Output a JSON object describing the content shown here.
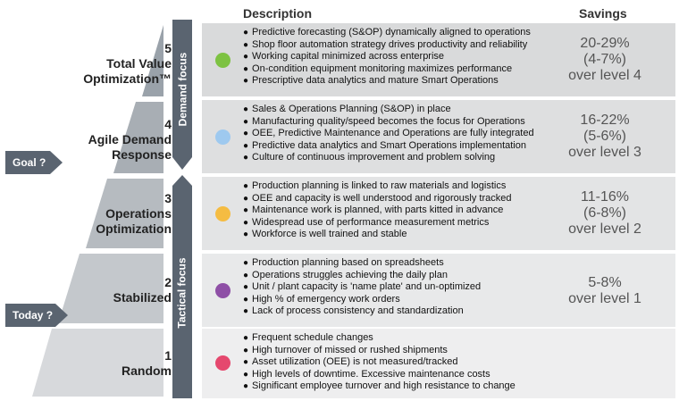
{
  "headers": {
    "description": "Description",
    "savings": "Savings"
  },
  "badges": {
    "goal": "Goal ?",
    "today": "Today ?"
  },
  "focus": {
    "demand": "Demand focus",
    "tactical": "Tactical focus",
    "arrow_color": "#5a6470"
  },
  "levels": [
    {
      "number": "5",
      "name_lines": [
        "Total Value",
        "Optimization™"
      ],
      "dot_color": "#7dc242",
      "row_color": "#d9dadb",
      "bullets": [
        "Predictive forecasting (S&OP) dynamically aligned to operations",
        "Shop floor automation strategy drives productivity and reliability",
        "Working capital minimized across enterprise",
        "On-condition equipment monitoring maximizes performance",
        "Prescriptive data analytics and mature Smart Operations"
      ],
      "savings": [
        "20-29%",
        "(4-7%)",
        "over level 4"
      ]
    },
    {
      "number": "4",
      "name_lines": [
        "Agile Demand",
        "Response"
      ],
      "dot_color": "#9ec9ef",
      "row_color": "#dedfe0",
      "bullets": [
        "Sales & Operations Planning (S&OP) in place",
        "Manufacturing quality/speed becomes the focus for Operations",
        "OEE, Predictive Maintenance and Operations are fully integrated",
        "Predictive data analytics and Smart Operations implementation",
        "Culture of continuous improvement and problem solving"
      ],
      "savings": [
        "16-22%",
        "(5-6%)",
        "over level 3"
      ]
    },
    {
      "number": "3",
      "name_lines": [
        "Operations",
        "Optimization"
      ],
      "dot_color": "#f5bc42",
      "row_color": "#e3e4e5",
      "bullets": [
        "Production planning is linked to raw materials and logistics",
        "OEE and capacity is well understood and rigorously tracked",
        "Maintenance work is planned, with parts kitted in advance",
        "Widespread use of performance measurement metrics",
        "Workforce is well trained and stable"
      ],
      "savings": [
        "11-16%",
        "(6-8%)",
        "over level 2"
      ]
    },
    {
      "number": "2",
      "name_lines": [
        "Stabilized"
      ],
      "dot_color": "#8e4fa6",
      "row_color": "#e8e9ea",
      "bullets": [
        "Production planning based on spreadsheets",
        "Operations struggles achieving the daily plan",
        "Unit / plant capacity is 'name plate' and un-optimized",
        "High % of emergency work orders",
        "Lack of process consistency and standardization"
      ],
      "savings": [
        "5-8%",
        "over level 1"
      ]
    },
    {
      "number": "1",
      "name_lines": [
        "Random"
      ],
      "dot_color": "#e5486e",
      "row_color": "#eeeeef",
      "bullets": [
        "Frequent schedule changes",
        "High turnover of missed or rushed shipments",
        "Asset utilization (OEE) is not measured/tracked",
        "High levels of downtime. Excessive maintenance costs",
        "Significant employee turnover and high resistance to change"
      ],
      "savings": []
    }
  ]
}
